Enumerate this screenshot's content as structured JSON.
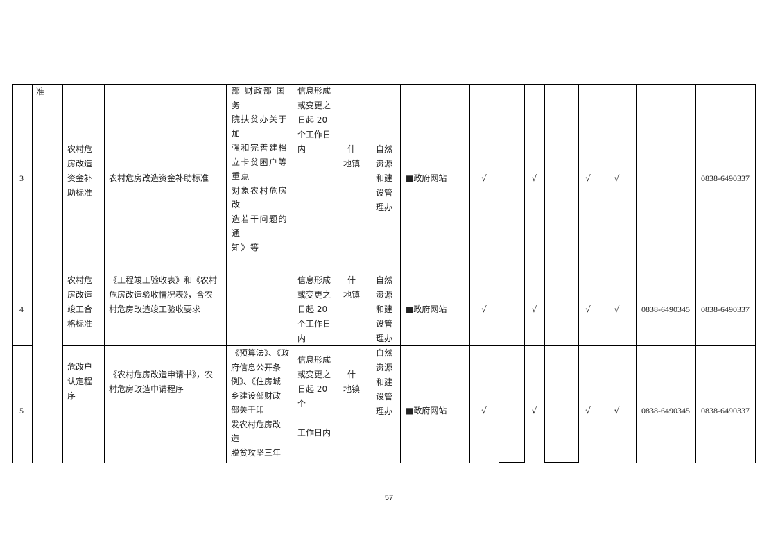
{
  "page_number": "57",
  "category_cont": "准",
  "rows": [
    {
      "no": "3",
      "item": "农村危\n房改造\n资金补\n助标准",
      "content": "农村危房改造资金补助标准",
      "basis": "部 财政部 国\n务\n院扶贫办关于\n加\n强和完善建档\n立卡贫困户等\n重点\n对象农村危房\n改\n造若干问题的\n通\n知》等",
      "time": "信息形成\n或变更之\n日起 20\n个工作日\n内",
      "subject": "什\n地镇",
      "dept": "自然\n资源\n和建\n设管\n理办",
      "channel": "■政府网站",
      "c1": "√",
      "c2": "√",
      "c3": "√",
      "c4": "√",
      "phone1": "",
      "phone2": "0838-6490337"
    },
    {
      "no": "4",
      "item": "农村危\n房改造\n竣工合\n格标准",
      "content": "《工程竣工验收表》和《农村\n危房改造验收情况表》，含农\n村危房改造竣工验收要求",
      "basis": "",
      "time": "信息形成\n或变更之\n日起 20\n个工作日\n内",
      "subject": "什\n地镇",
      "dept": "自然\n资源\n和建\n设管\n理办",
      "channel": "■政府网站",
      "c1": "√",
      "c2": "√",
      "c3": "√",
      "c4": "√",
      "phone1": "0838-6490345",
      "phone2": "0838-6490337"
    },
    {
      "no": "5",
      "item": "危改户\n认定程\n序",
      "content": "《农村危房改造申请书》，农\n村危房改造申请程序",
      "basis": "《预算法》、《政\n府信息公开条\n例》、《住房城\n乡建设部财政\n部关于印\n发农村危房改\n造\n脱贫攻坚三年",
      "time": "信息形成\n或变更之\n日起 20\n个\n\n工作日内",
      "subject": "什\n地镇",
      "dept": "自然\n资源\n和建\n设管\n理办",
      "channel": "■政府网站",
      "c1": "√",
      "c2": "√",
      "c3": "√",
      "c4": "√",
      "phone1": "0838-6490345",
      "phone2": "0838-6490337"
    }
  ]
}
